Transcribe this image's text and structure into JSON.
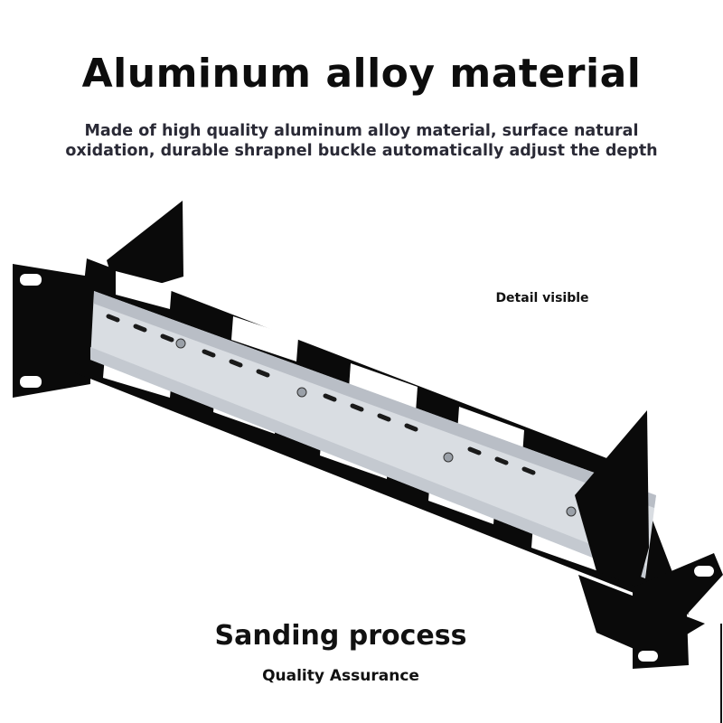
{
  "headline": "Aluminum alloy material",
  "description": {
    "line1": "Made of high quality aluminum alloy material, surface natural",
    "line2": "oxidation, durable shrapnel buckle automatically adjust the depth"
  },
  "detail_note": "Detail visible",
  "process_title": "Sanding process",
  "process_subtitle": "Quality Assurance",
  "colors": {
    "bracket": "#0a0a0a",
    "rail": "#d9dde2",
    "text": "#111111"
  },
  "icons": [
    "rack-bracket-image",
    "din-rail-image"
  ]
}
